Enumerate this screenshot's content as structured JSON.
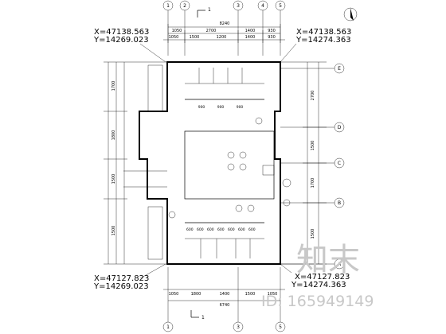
{
  "coordinates": {
    "top_left": {
      "x": "X=47138.563",
      "y": "Y=14269.023"
    },
    "top_right": {
      "x": "X=47138.563",
      "y": "Y=14274.363"
    },
    "bottom_left": {
      "x": "X=47127.823",
      "y": "Y=14269.023"
    },
    "bottom_right": {
      "x": "X=47127.823",
      "y": "Y=14274.363"
    }
  },
  "dimensions": {
    "top_total": "8240",
    "top_segments": [
      "1050",
      "2700",
      "1400",
      "930"
    ],
    "top_sub": [
      "1050",
      "1500",
      "1200",
      "1400",
      "930"
    ],
    "bottom_total": "6740",
    "bottom_segments": [
      "1050",
      "1800",
      "1400",
      "1500",
      "1050"
    ],
    "left_segments": [
      "1700",
      "1800",
      "1500",
      "1500"
    ],
    "right_segments": [
      "2700",
      "1500",
      "1700",
      "1500"
    ],
    "stall_widths": [
      "900",
      "900",
      "900"
    ],
    "bottom_stalls": [
      "600",
      "600",
      "600",
      "600",
      "600",
      "600",
      "600"
    ]
  },
  "axes": {
    "top": [
      "1",
      "2",
      "3",
      "4",
      "5"
    ],
    "bottom": [
      "1",
      "3",
      "5"
    ],
    "right": [
      "E",
      "D",
      "C",
      "B",
      "A"
    ]
  },
  "section_marks": {
    "top": "1",
    "bottom": "1"
  },
  "watermark": {
    "site": "知末",
    "id": "ID: 165949149"
  }
}
